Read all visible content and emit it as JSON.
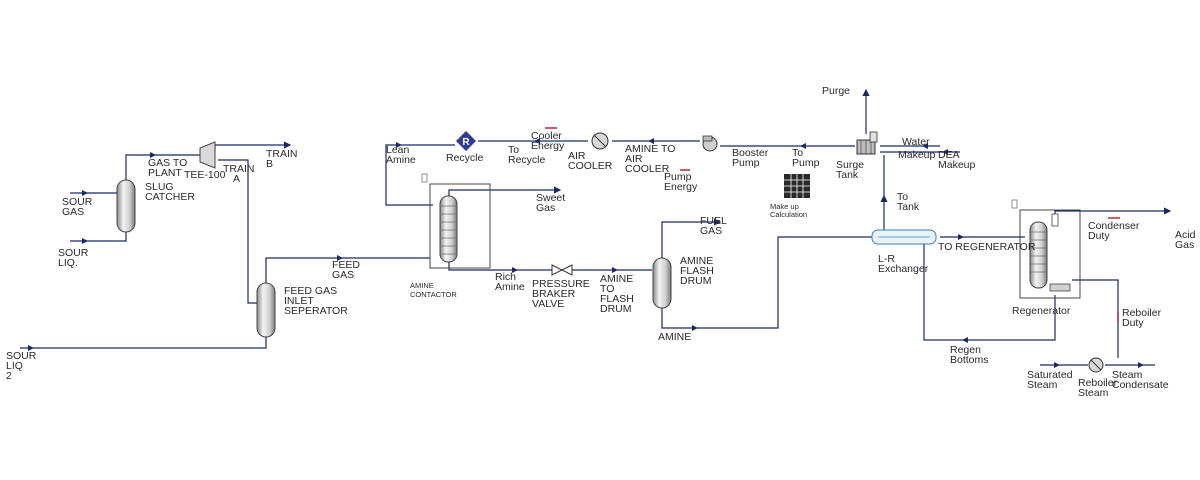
{
  "labels": {
    "sour_gas": [
      "SOUR",
      "GAS"
    ],
    "sour_liq": [
      "SOUR",
      "LIQ."
    ],
    "slug_catcher": [
      "SLUG",
      "CATCHER"
    ],
    "gas_to_plant": [
      "GAS TO",
      "PLANT"
    ],
    "tee_100": "TEE-100",
    "train_a": [
      "TRAIN",
      "A"
    ],
    "train_b": [
      "TRAIN",
      "B"
    ],
    "feed_gas": [
      "FEED",
      "GAS"
    ],
    "feed_gas_inlet_separator": [
      "FEED GAS",
      "INLET",
      "SEPERATOR"
    ],
    "sour_liq_2": [
      "SOUR",
      "LIQ",
      "2"
    ],
    "lean_amine": [
      "Lean",
      "Amine"
    ],
    "recycle": "Recycle",
    "recycle_icon": "R",
    "to_recycle": [
      "To",
      "Recycle"
    ],
    "cooler_energy": [
      "Cooler",
      "Energy"
    ],
    "air_cooler": [
      "AIR",
      "COOLER"
    ],
    "amine_to_air_cooler": [
      "AMINE TO",
      "AIR",
      "COOLER"
    ],
    "pump_energy": [
      "Pump",
      "Energy"
    ],
    "booster_pump": [
      "Booster",
      "Pump"
    ],
    "to_pump": [
      "To",
      "Pump"
    ],
    "make_up_calc": [
      "Make up",
      "Calculation"
    ],
    "surge_tank": [
      "Surge",
      "Tank"
    ],
    "purge": "Purge",
    "water_makeup": [
      "Water",
      "Makeup"
    ],
    "dea_makeup": [
      "DEA",
      "Makeup"
    ],
    "to_tank": [
      "To",
      "Tank"
    ],
    "sweet_gas": [
      "Sweet",
      "Gas"
    ],
    "amine_contactor": [
      "AMINE",
      "CONTACTOR"
    ],
    "rich_amine": [
      "Rich",
      "Amine"
    ],
    "pressure_braker_valve": [
      "PRESSURE",
      "BRAKER",
      "VALVE"
    ],
    "amine_to_flash_drum": [
      "AMINE",
      "TO",
      "FLASH",
      "DRUM"
    ],
    "amine_flash_drum": [
      "AMINE",
      "FLASH",
      "DRUM"
    ],
    "fuel_gas": [
      "FUEL",
      "GAS"
    ],
    "amine": "AMINE",
    "lr_exchanger": [
      "L-R",
      "Exchanger"
    ],
    "to_regenerator": "TO REGENERATOR",
    "regenerator": "Regenerator",
    "condenser_duty": [
      "Condenser",
      "Duty"
    ],
    "acid_gas": [
      "Acid",
      "Gas"
    ],
    "reboiler_duty": [
      "Reboiler",
      "Duty"
    ],
    "regen_bottoms": [
      "Regen",
      "Bottoms"
    ],
    "saturated_steam": [
      "Saturated",
      "Steam"
    ],
    "reboiler_steam": [
      "Reboiler",
      "Steam"
    ],
    "steam_condensate": [
      "Steam",
      "Condensate"
    ]
  },
  "colors": {
    "stream": "#1a2a66",
    "energy_stream": "#b0182a",
    "recycle_block": "#2d3b9a"
  },
  "icons": [
    "recycle-icon",
    "air-cooler-icon",
    "pump-icon",
    "valve-icon",
    "exchanger-icon",
    "spreadsheet-icon",
    "tee-icon",
    "surge-tank-icon",
    "reboiler-icon"
  ]
}
